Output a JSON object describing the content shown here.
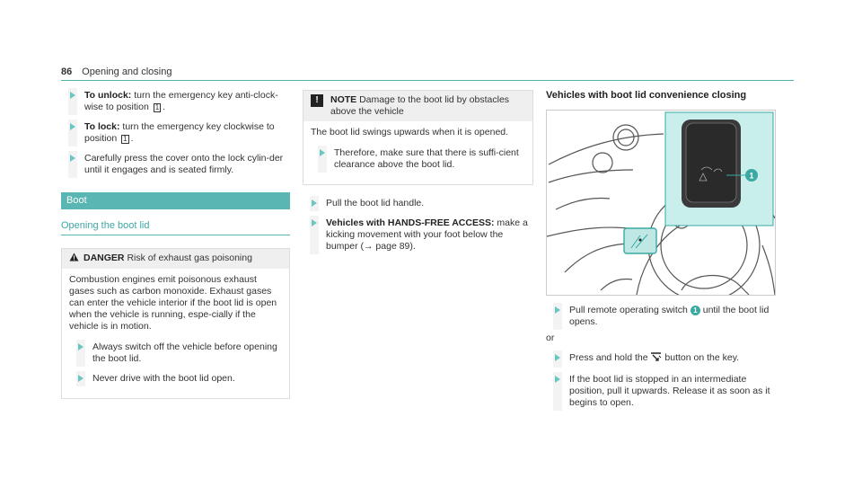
{
  "header": {
    "page_number": "86",
    "page_title": "Opening and closing"
  },
  "col1": {
    "steps": [
      {
        "bold": "To unlock:",
        "text_a": " turn the emergency key anti-clock-wise to position ",
        "key": "1",
        "text_b": "."
      },
      {
        "bold": "To lock:",
        "text_a": " turn the emergency key clockwise to position ",
        "key": "1",
        "text_b": "."
      },
      {
        "text": "Carefully press the cover onto the lock cylin-der until it engages and is seated firmly."
      }
    ],
    "section_title": "Boot",
    "subsection_title": "Opening the boot lid",
    "danger": {
      "label": "DANGER",
      "heading": "Risk of exhaust gas poisoning",
      "body": "Combustion engines emit poisonous exhaust gases such as carbon monoxide. Exhaust gases can enter the vehicle interior if the boot lid is open when the vehicle is running, espe-cially if the vehicle is in motion.",
      "steps": [
        "Always switch off the vehicle before opening the boot lid.",
        "Never drive with the boot lid open."
      ]
    }
  },
  "col2": {
    "note": {
      "symbol": "!",
      "label": "NOTE",
      "heading": "Damage to the boot lid by obstacles above the vehicle",
      "body": "The boot lid swings upwards when it is opened.",
      "step": "Therefore, make sure that there is suffi-cient clearance above the boot lid."
    },
    "steps": [
      {
        "text": "Pull the boot lid handle."
      },
      {
        "bold": "Vehicles with HANDS-FREE ACCESS:",
        "text_a": " make a kicking movement with your foot below the bumper (",
        "arrow": "→",
        "text_b": " page 89)."
      }
    ]
  },
  "col3": {
    "figure_title": "Vehicles with boot lid convenience closing",
    "callout": "1",
    "step1": {
      "text_a": "Pull remote operating switch ",
      "callout": "1",
      "text_b": " until the boot lid opens."
    },
    "or": "or",
    "step2": {
      "text_a": "Press and hold the ",
      "text_b": " button on the key."
    },
    "step3": {
      "text": "If the boot lid is stopped in an intermediate position, pull it upwards. Release it as soon as it begins to open."
    }
  }
}
